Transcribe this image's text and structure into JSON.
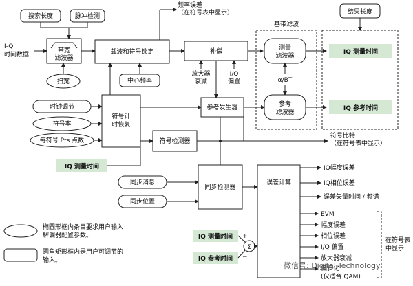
{
  "labels": {
    "search_length": "搜索长度",
    "pulse_detect": "脉冲检测",
    "iq_time_data": "I-Q\n时间数据",
    "bandwidth_filter": "带宽\n滤波器",
    "sweep": "扫宽",
    "carrier_symbol_lock": "载波和符号锁定",
    "center_freq": "中心频率",
    "freq_error": "频率误差\n（在符号表中显示）",
    "compensation": "补偿",
    "amp_decay": "放大器\n衰减",
    "iq_bias": "I/Q\n偏置",
    "baseband_filter": "基带滤波",
    "measure_filter": "测量\n滤波器",
    "alpha_bt": "α/BT",
    "ref_filter": "参考\n滤波器",
    "result_length": "结果长度",
    "iq_measure_time_1": "IQ 测量时间",
    "iq_ref_time_1": "IQ 参考时间",
    "clock_adjust": "时钟调节",
    "symbol_rate": "符号率",
    "pts_per_symbol": "每符号 Pts 点数",
    "symbol_timing_recovery": "符号计\n时恢复",
    "ref_generator": "参考发生器",
    "symbol_detector": "符号检测器",
    "symbol_bits": "符号比特\n（在符号表中显示）",
    "iq_measure_time_2": "IQ 测量时间",
    "sync_message": "同步消息",
    "sync_position": "同步位置",
    "sync_detector": "同步检测器",
    "error_calc": "误差计算",
    "iq_mag_error": "IQ幅度误差",
    "iq_phase_error": "IQ相位误差",
    "error_vector": "误差矢量时间 / 频谱",
    "evm": "EVM",
    "mag_error": "幅度误差",
    "phase_error": "相位误差",
    "iq_bias_out": "I/Q 偏置",
    "amp_decay_out": "放大器衰减",
    "quad_skew": "偏斜化\n(仅适合 QAM)",
    "show_in_table": "在符号表\n中显示",
    "iq_measure_time_3": "IQ 测量时间",
    "iq_ref_time_2": "IQ 参考时间",
    "sum_symbol": "Σ",
    "plus": "+",
    "minus": "−",
    "legend_ellipse": "椭圆形框内条目要求用户输入\n解调器配置参数。",
    "legend_rect": "圆角矩形框内是用户可调节的\n输入。",
    "watermark": "微信号: Digital-Technology"
  },
  "colors": {
    "green_box": "#d5e8d4",
    "line": "#222222"
  }
}
